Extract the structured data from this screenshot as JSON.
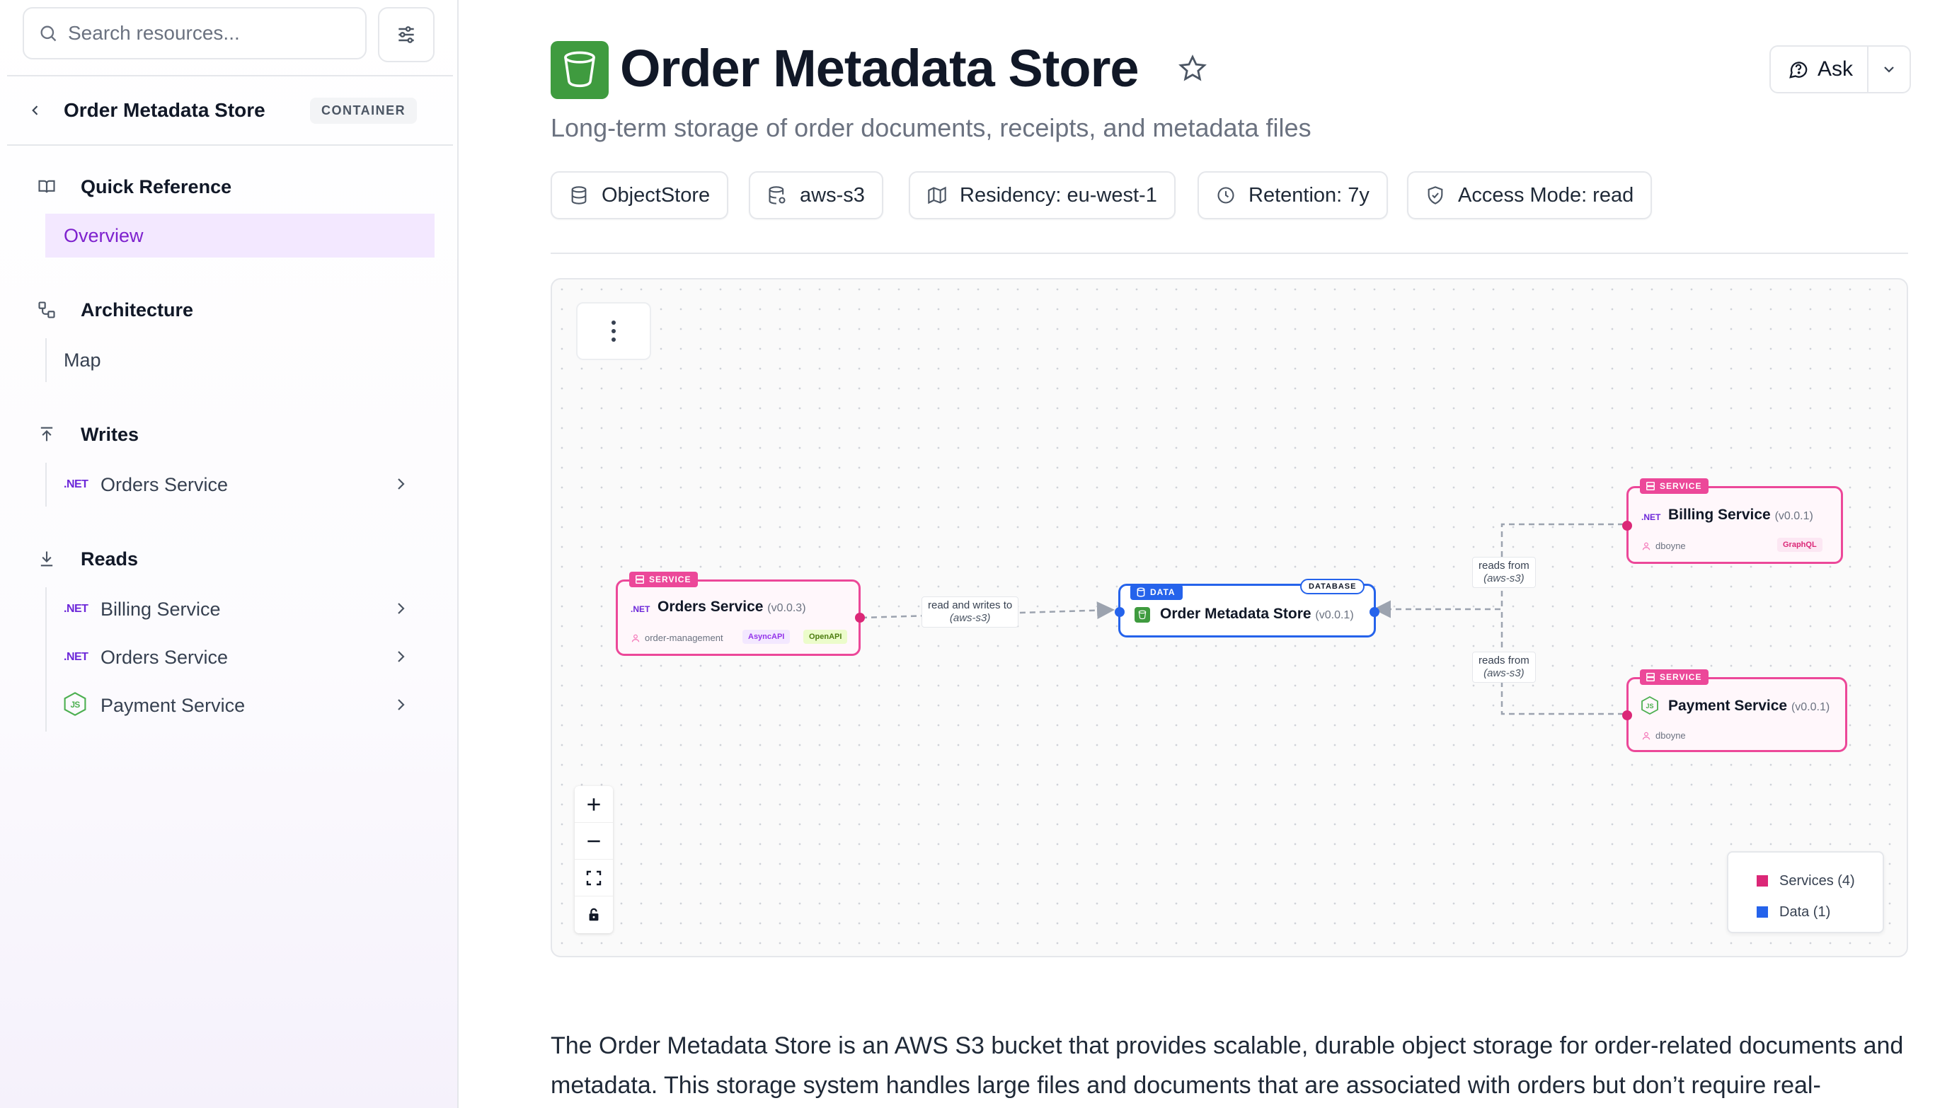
{
  "sidebar": {
    "search_placeholder": "Search resources...",
    "header_title": "Order Metadata Store",
    "header_badge": "CONTAINER",
    "groups": {
      "quick_reference": {
        "title": "Quick Reference",
        "items": [
          {
            "label": "Overview"
          }
        ]
      },
      "architecture": {
        "title": "Architecture",
        "items": [
          {
            "label": "Map"
          }
        ]
      },
      "writes": {
        "title": "Writes",
        "items": [
          {
            "prefix": ".NET",
            "label": "Orders Service"
          }
        ]
      },
      "reads": {
        "title": "Reads",
        "items": [
          {
            "prefix": ".NET",
            "label": "Billing Service"
          },
          {
            "prefix": ".NET",
            "label": "Orders Service"
          },
          {
            "prefix": "",
            "label": "Payment Service"
          }
        ]
      }
    }
  },
  "header": {
    "title": "Order Metadata Store",
    "subtitle": "Long-term storage of order documents, receipts, and metadata files",
    "ask_label": "Ask",
    "pills": [
      "ObjectStore",
      "aws-s3",
      "Residency: eu-west-1",
      "Retention: 7y",
      "Access Mode: read"
    ]
  },
  "diagram": {
    "nodes": {
      "orders": {
        "tag": "SERVICE",
        "prefix": ".NET",
        "name": "Orders Service",
        "version": "(v0.0.3)",
        "owner": "order-management",
        "chips": [
          "AsyncAPI",
          "OpenAPI"
        ]
      },
      "store": {
        "tag": "DATA",
        "badge": "DATABASE",
        "name": "Order Metadata Store",
        "version": "(v0.0.1)"
      },
      "billing": {
        "tag": "SERVICE",
        "prefix": ".NET",
        "name": "Billing Service",
        "version": "(v0.0.1)",
        "owner": "dboyne",
        "chips": [
          "GraphQL"
        ]
      },
      "payment": {
        "tag": "SERVICE",
        "name": "Payment Service",
        "version": "(v0.0.1)",
        "owner": "dboyne"
      }
    },
    "edges": [
      {
        "label": "read and writes to",
        "sub": "(aws-s3)"
      },
      {
        "label": "reads from",
        "sub": "(aws-s3)"
      },
      {
        "label": "reads from",
        "sub": "(aws-s3)"
      }
    ],
    "legend": [
      {
        "label": "Services (4)",
        "color": "#db2777"
      },
      {
        "label": "Data (1)",
        "color": "#2563eb"
      }
    ]
  },
  "description": "The Order Metadata Store is an AWS S3 bucket that provides scalable, durable object storage for order-related documents and metadata. This storage system handles large files and documents that are associated with orders but don’t require real-",
  "colors": {
    "accent": "#7e22ce",
    "service": "#ec4899",
    "data": "#2563eb",
    "brand_green": "#3f9b3f"
  }
}
